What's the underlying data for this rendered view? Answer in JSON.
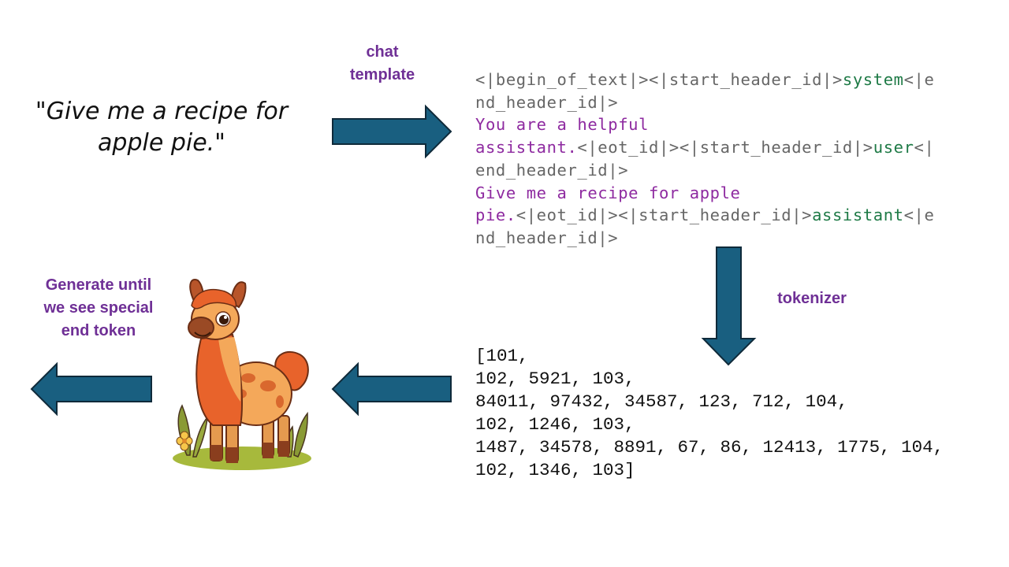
{
  "prompt": {
    "text": "\"Give me a recipe for apple pie.\""
  },
  "labels": {
    "chat_template": "chat template",
    "tokenizer": "tokenizer",
    "generate": "Generate until we see special end token"
  },
  "chat_template_output": {
    "lines": [
      [
        {
          "t": "<|begin_of_text|><|start_header_id|>",
          "c": "tok"
        },
        {
          "t": "system",
          "c": "sys"
        },
        {
          "t": "<|e",
          "c": "tok"
        }
      ],
      [
        {
          "t": "nd_header_id|>",
          "c": "tok"
        }
      ],
      [
        {
          "t": "You are a helpful",
          "c": "usr"
        }
      ],
      [
        {
          "t": "assistant.",
          "c": "usr"
        },
        {
          "t": "<|eot_id|><|start_header_id|>",
          "c": "tok"
        },
        {
          "t": "user",
          "c": "sys"
        },
        {
          "t": "<|",
          "c": "tok"
        }
      ],
      [
        {
          "t": "end_header_id|>",
          "c": "tok"
        }
      ],
      [
        {
          "t": "Give me a recipe for apple",
          "c": "usr"
        }
      ],
      [
        {
          "t": "pie.",
          "c": "usr"
        },
        {
          "t": "<|eot_id|><|start_header_id|>",
          "c": "tok"
        },
        {
          "t": "assistant",
          "c": "sys"
        },
        {
          "t": "<|e",
          "c": "tok"
        }
      ],
      [
        {
          "t": "nd_header_id|>",
          "c": "tok"
        }
      ]
    ]
  },
  "token_ids": {
    "lines": [
      "[101,",
      "102, 5921, 103,",
      "84011, 97432, 34587, 123, 712, 104,",
      "102, 1246, 103,",
      "1487, 34578, 8891, 67, 86, 12413, 1775, 104,",
      "102, 1346, 103]"
    ]
  },
  "colors": {
    "arrow_fill": "#195f80",
    "arrow_stroke": "#0f2a3a",
    "label_purple": "#6f3096",
    "special_token_gray": "#666666",
    "role_green": "#1e7a46",
    "content_purple": "#8e2aa0"
  },
  "image": {
    "description": "cartoon llama mascot"
  }
}
